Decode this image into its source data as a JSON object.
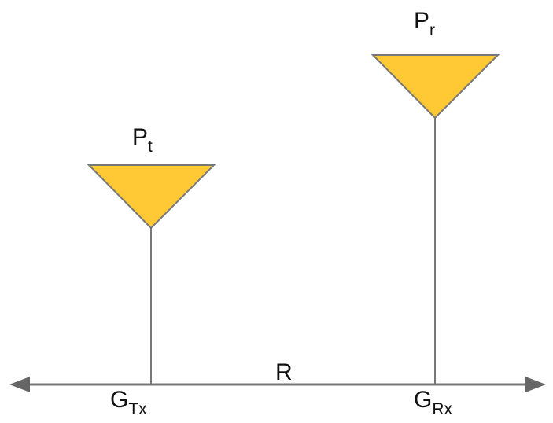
{
  "labels": {
    "pt": {
      "main": "P",
      "sub": "t"
    },
    "pr": {
      "main": "P",
      "sub": "r"
    },
    "gtx": {
      "main": "G",
      "sub": "Tx"
    },
    "grx": {
      "main": "G",
      "sub": "Rx"
    },
    "range": "R"
  },
  "colors": {
    "antenna_fill": "#FFC835",
    "antenna_stroke": "#777777",
    "line": "#777777",
    "arrow": "#666666",
    "text": "#111111"
  }
}
